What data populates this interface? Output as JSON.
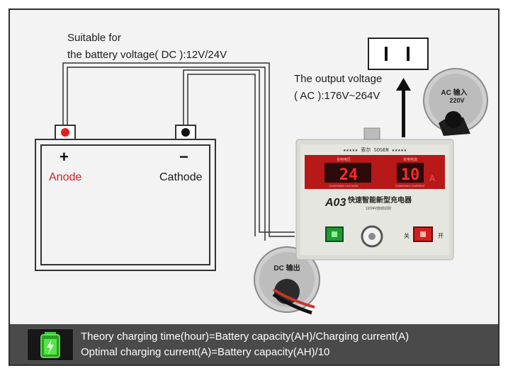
{
  "battery": {
    "suitable_line1": "Suitable for",
    "suitable_line2": "the battery voltage( DC ):12V/24V",
    "anode_sign": "+",
    "anode_label": "Anode",
    "cathode_sign": "−",
    "cathode_label": "Cathode"
  },
  "output": {
    "line1": "The output voltage",
    "line2": "( AC ):176V~264V"
  },
  "callouts": {
    "ac_input_line1": "AC 输入",
    "ac_input_line2": "220V",
    "dc_output": "DC 输出"
  },
  "charger": {
    "brand": "★★★★★ 索尔 SOGEN ★★★★★",
    "voltage_caption_cn": "充电电压",
    "voltage_caption_en": "CHARGING VOLTAGE",
    "voltage_display": "24",
    "current_caption_cn": "充电电流",
    "current_caption_en": "CHARGING CURRENT",
    "current_display": "10",
    "current_unit": "A",
    "model": "A03",
    "model_desc": "快速智能新型充电器",
    "model_sub": "12/24V自动识别",
    "switch_off": "关",
    "switch_on": "开"
  },
  "footer": {
    "line1": "Theory charging time(hour)=Battery capacity(AH)/Charging current(A)",
    "line2": "Optimal charging current(A)=Battery capacity(AH)/10"
  },
  "colors": {
    "anode_red": "#d32020",
    "footer_bg": "#4a4a4a",
    "led_red": "#ff2a2a",
    "battery_green": "#3bd12e"
  }
}
